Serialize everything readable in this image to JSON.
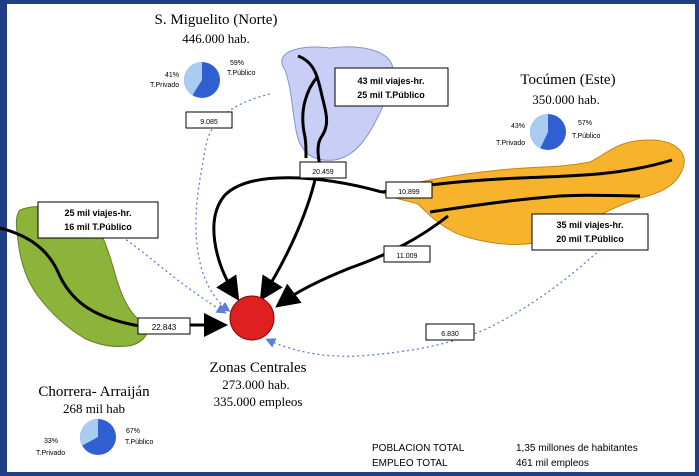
{
  "regions": {
    "norte": {
      "name": "S. Miguelito (Norte)",
      "pop": "446.000 hab.",
      "pie_private_pct": "41%",
      "pie_private_label": "T.Privado",
      "pie_public_pct": "59%",
      "pie_public_label": "T.Público",
      "pie_private_share": 0.41,
      "box_line1": "43 mil viajes-hr.",
      "box_line2": "25 mil T.Público"
    },
    "este": {
      "name": "Tocúmen (Este)",
      "pop": "350.000 hab.",
      "pie_private_pct": "43%",
      "pie_private_label": "T.Privado",
      "pie_public_pct": "57%",
      "pie_public_label": "T.Público",
      "pie_private_share": 0.43,
      "box_line1": "35 mil viajes-hr.",
      "box_line2": "20 mil T.Público"
    },
    "oeste": {
      "name": "Chorrera- Arraiján",
      "pop": "268 mil hab",
      "pie_private_pct": "33%",
      "pie_private_label": "T.Privado",
      "pie_public_pct": "67%",
      "pie_public_label": "T.Público",
      "pie_private_share": 0.33,
      "box_line1": "25 mil viajes-hr.",
      "box_line2": "16 mil T.Público"
    },
    "centro": {
      "name": "Zonas Centrales",
      "pop": "273.000 hab.",
      "jobs": "335.000 empleos"
    }
  },
  "flow_labels": {
    "norte_private": "9.085",
    "norte_public": "20.459",
    "este_public_a": "10.899",
    "este_public_b": "11.009",
    "este_private": "6.830",
    "oeste_public": "22.843"
  },
  "totals": {
    "pop_label": "POBLACION TOTAL",
    "pop_value": "1,35 millones de habitantes",
    "emp_label": "EMPLEO TOTAL",
    "emp_value": "461 mil empleos"
  },
  "colors": {
    "frame": "#1f3e86",
    "norte_fill": "#c8cef5",
    "este_fill": "#f7b32b",
    "oeste_fill": "#8cb43a",
    "center_fill": "#e02020",
    "pie_private": "#a9cdf0",
    "pie_public": "#2f5fd0",
    "dashed_flow": "#5b7fd8"
  }
}
